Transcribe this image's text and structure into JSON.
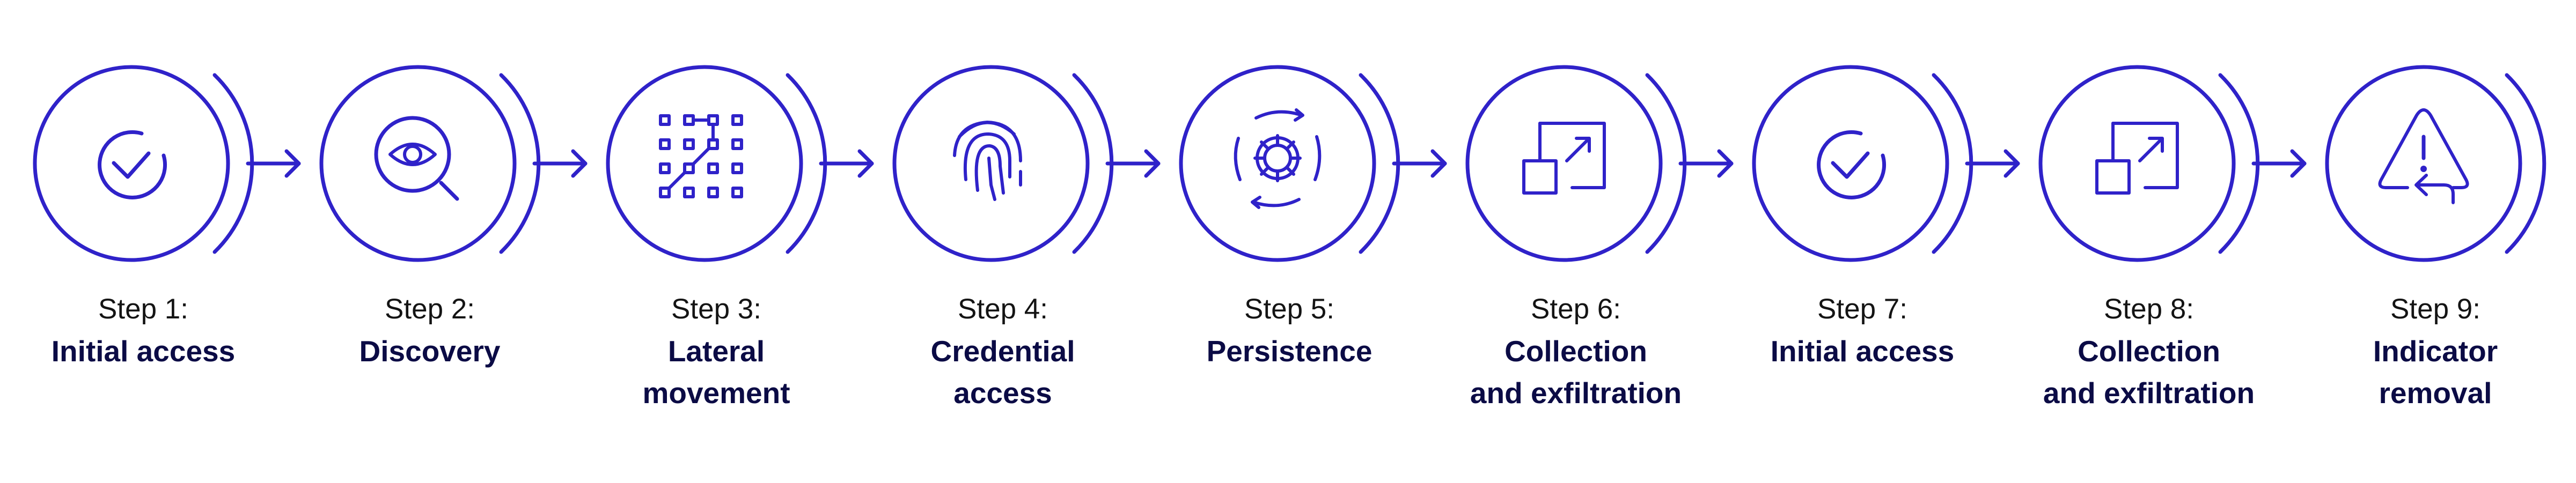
{
  "colors": {
    "stroke": "#2f22c9",
    "title_text": "#0b0b45",
    "step_text": "#141414",
    "background": "#ffffff"
  },
  "steps": [
    {
      "number": "Step 1:",
      "title_lines": [
        "Initial access"
      ],
      "icon": "check-circle-icon"
    },
    {
      "number": "Step 2:",
      "title_lines": [
        "Discovery"
      ],
      "icon": "eye-magnifier-icon"
    },
    {
      "number": "Step 3:",
      "title_lines": [
        "Lateral",
        "movement"
      ],
      "icon": "network-grid-icon"
    },
    {
      "number": "Step 4:",
      "title_lines": [
        "Credential",
        "access"
      ],
      "icon": "fingerprint-icon"
    },
    {
      "number": "Step 5:",
      "title_lines": [
        "Persistence"
      ],
      "icon": "gear-cycle-icon"
    },
    {
      "number": "Step 6:",
      "title_lines": [
        "Collection",
        "and exfiltration"
      ],
      "icon": "expand-squares-icon"
    },
    {
      "number": "Step 7:",
      "title_lines": [
        "Initial access"
      ],
      "icon": "check-circle-icon"
    },
    {
      "number": "Step 8:",
      "title_lines": [
        "Collection",
        "and exfiltration"
      ],
      "icon": "expand-squares-icon"
    },
    {
      "number": "Step 9:",
      "title_lines": [
        "Indicator",
        "removal"
      ],
      "icon": "warning-return-icon"
    }
  ]
}
